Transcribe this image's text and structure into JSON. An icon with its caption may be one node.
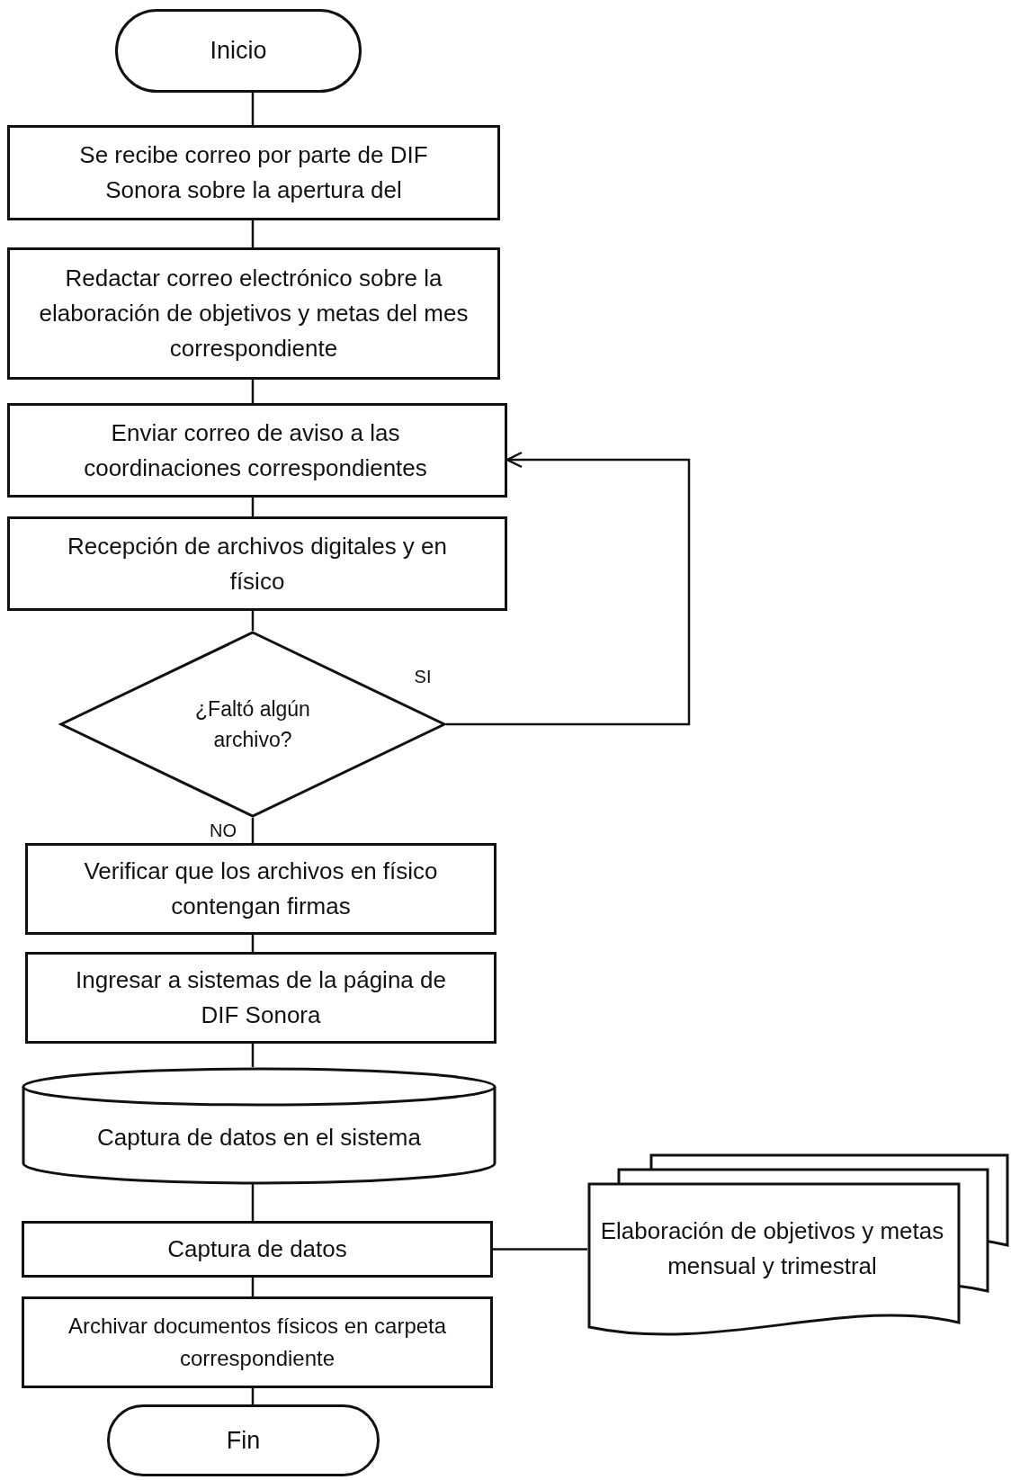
{
  "diagram": {
    "nodes": [
      {
        "text": [
          "Inicio"
        ]
      },
      {
        "text": [
          "Se recibe correo por parte de DIF Sonora sobre la apertura del"
        ]
      },
      {
        "text": [
          "Redactar correo electrónico sobre la elaboración de objetivos y metas del mes correspondiente"
        ]
      },
      {
        "text": [
          "Enviar correo de aviso a las coordinaciones correspondientes"
        ]
      },
      {
        "text": [
          "Recepción de archivos digitales y en físico"
        ]
      },
      {
        "text": [
          "¿Faltó algún archivo?"
        ]
      },
      {
        "text": [
          "Verificar que los archivos en físico contengan firmas"
        ]
      },
      {
        "text": [
          "Ingresar a sistemas de la página de DIF Sonora"
        ]
      },
      {
        "text": [
          "Captura de datos en el sistema"
        ]
      },
      {
        "text": [
          "Captura de datos"
        ]
      },
      {
        "text": [
          "Elaboración de objetivos y metas mensual y trimestral"
        ]
      },
      {
        "text": [
          "Archivar documentos físicos en carpeta correspondiente"
        ]
      },
      {
        "text": [
          "Fin"
        ]
      }
    ],
    "edges": [
      {
        "from": 0,
        "to": 1,
        "arrow": "none"
      },
      {
        "from": 1,
        "to": 2,
        "arrow": "none"
      },
      {
        "from": 2,
        "to": 3,
        "arrow": "none"
      },
      {
        "from": 3,
        "to": 4,
        "arrow": "none"
      },
      {
        "from": 4,
        "to": 5,
        "arrow": "none"
      },
      {
        "from": 5,
        "to": 3,
        "arrow": "to",
        "label": "SI"
      },
      {
        "from": 5,
        "to": 6,
        "arrow": "none",
        "label": "NO"
      },
      {
        "from": 6,
        "to": 7,
        "arrow": "none"
      },
      {
        "from": 7,
        "to": 8,
        "arrow": "none"
      },
      {
        "from": 8,
        "to": 9,
        "arrow": "none"
      },
      {
        "from": 9,
        "to": 10,
        "arrow": "none"
      },
      {
        "from": 9,
        "to": 11,
        "arrow": "none"
      },
      {
        "from": 11,
        "to": 12,
        "arrow": "none"
      }
    ]
  }
}
